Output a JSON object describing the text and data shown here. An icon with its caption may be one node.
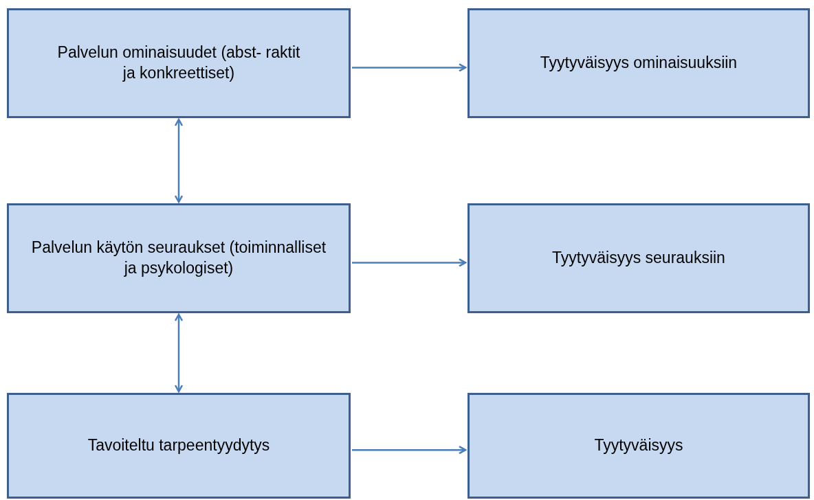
{
  "diagram": {
    "nodes": [
      {
        "text": [
          "Palvelun ominaisuudet (abst- raktit ja konkreettiset)"
        ]
      },
      {
        "text": [
          "Tyytyväisyys ominaisuuksiin"
        ]
      },
      {
        "text": [
          "Palvelun käytön seuraukset (toiminnalliset ja psykologiset)"
        ]
      },
      {
        "text": [
          "Tyytyväisyys seurauksiin"
        ]
      },
      {
        "text": [
          "Tavoiteltu tarpeentyydytys"
        ]
      },
      {
        "text": [
          "Tyytyväisyys"
        ]
      }
    ],
    "edges": [
      {
        "from": 0,
        "to": 1,
        "arrow": "to"
      },
      {
        "from": 0,
        "to": 2,
        "arrow": "both"
      },
      {
        "from": 2,
        "to": 3,
        "arrow": "to"
      },
      {
        "from": 2,
        "to": 4,
        "arrow": "both"
      },
      {
        "from": 4,
        "to": 5,
        "arrow": "to"
      }
    ]
  }
}
